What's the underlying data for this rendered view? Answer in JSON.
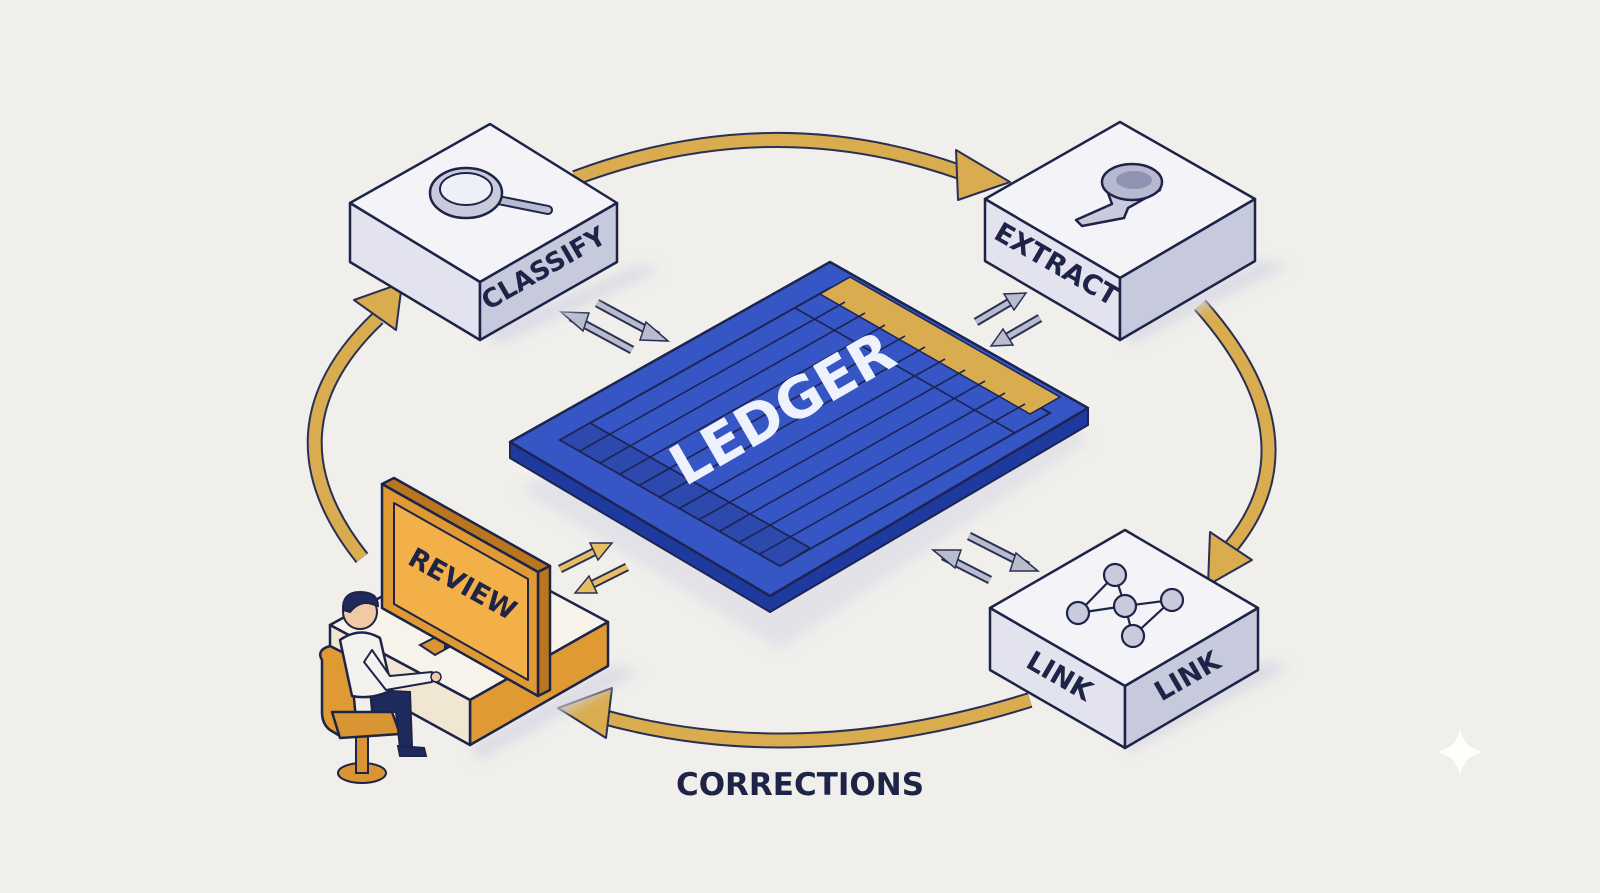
{
  "diagram": {
    "center": {
      "label": "LEDGER"
    },
    "nodes": {
      "classify": {
        "label": "CLASSIFY",
        "icon": "magnifier-icon"
      },
      "extract": {
        "label": "EXTRACT",
        "icon": "funnel-icon"
      },
      "link": {
        "label_left": "LINK",
        "label_right": "LINK",
        "icon": "network-graph-icon"
      },
      "review": {
        "label": "REVIEW",
        "icon": "monitor-icon"
      }
    },
    "flow_label": "CORRECTIONS",
    "colors": {
      "background": "#f1efeb",
      "ledger_blue": "#3556c4",
      "accent_gold": "#d9ac4f",
      "review_orange": "#f3b048",
      "box_gray": "#e4e5ef",
      "ink": "#1d2447"
    }
  }
}
